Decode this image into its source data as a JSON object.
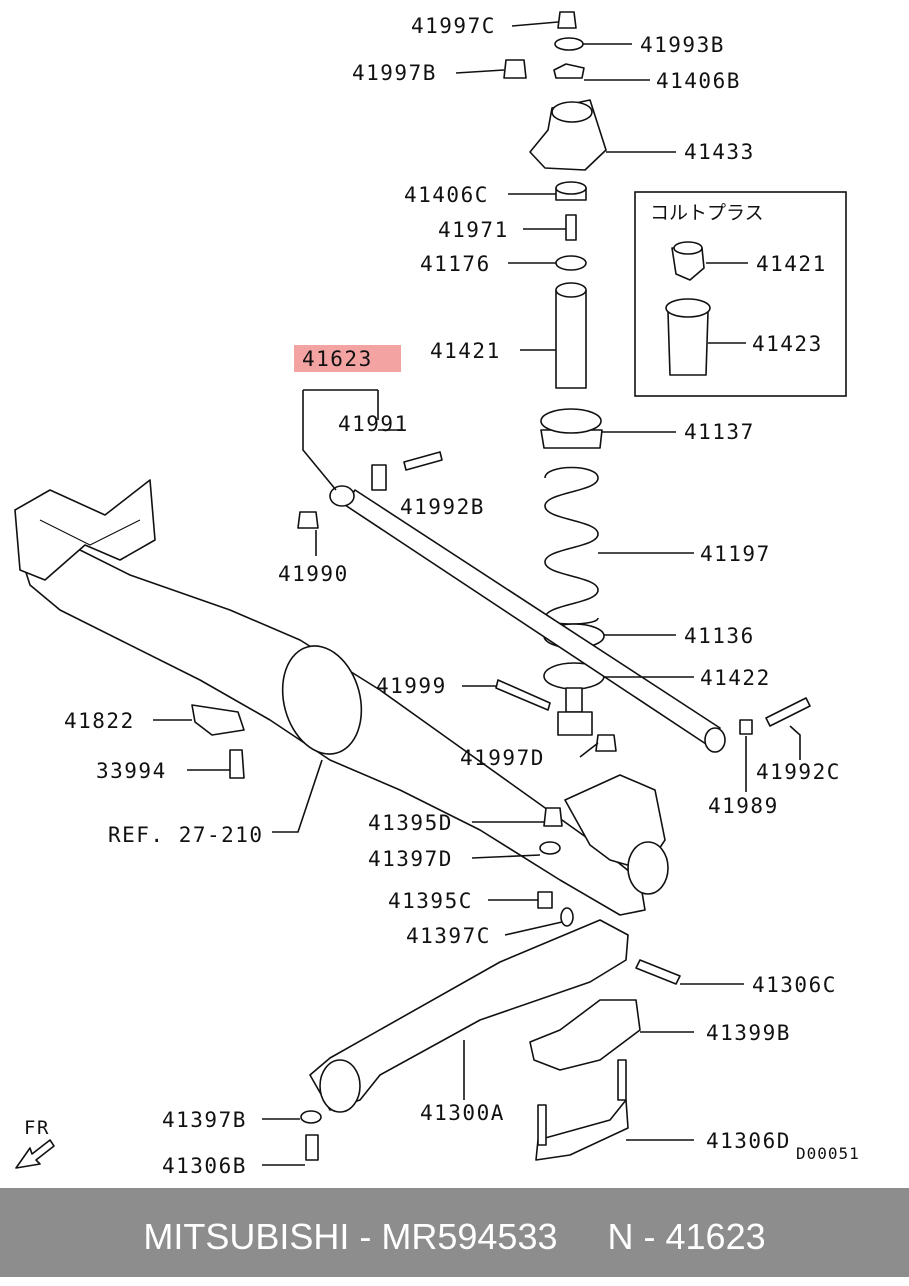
{
  "labels": {
    "p41997C": "41997C",
    "p41993B": "41993B",
    "p41997B": "41997B",
    "p41406B": "41406B",
    "p41433": "41433",
    "p41406C": "41406C",
    "p41971": "41971",
    "p41176": "41176",
    "p41421": "41421",
    "p41623": "41623",
    "p41991": "41991",
    "p41992B": "41992B",
    "p41137": "41137",
    "p41197": "41197",
    "p41990": "41990",
    "p41136": "41136",
    "p41999": "41999",
    "p41422": "41422",
    "p41822": "41822",
    "p41997D": "41997D",
    "p33994": "33994",
    "p41992C": "41992C",
    "p41989": "41989",
    "ref": "REF. 27-210",
    "p41395D": "41395D",
    "p41397D": "41397D",
    "p41395C": "41395C",
    "p41397C": "41397C",
    "p41306C": "41306C",
    "p41399B": "41399B",
    "p41300A": "41300A",
    "p41306D": "41306D",
    "p41397B": "41397B",
    "p41306B": "41306B",
    "fr": "FR",
    "code": "D00051"
  },
  "inset": {
    "title": "コルトプラス",
    "p41421": "41421",
    "p41423": "41423"
  },
  "highlight_color": "#f4a3a3",
  "footer": {
    "text": "MITSUBISHI - MR594533     N - 41623"
  }
}
